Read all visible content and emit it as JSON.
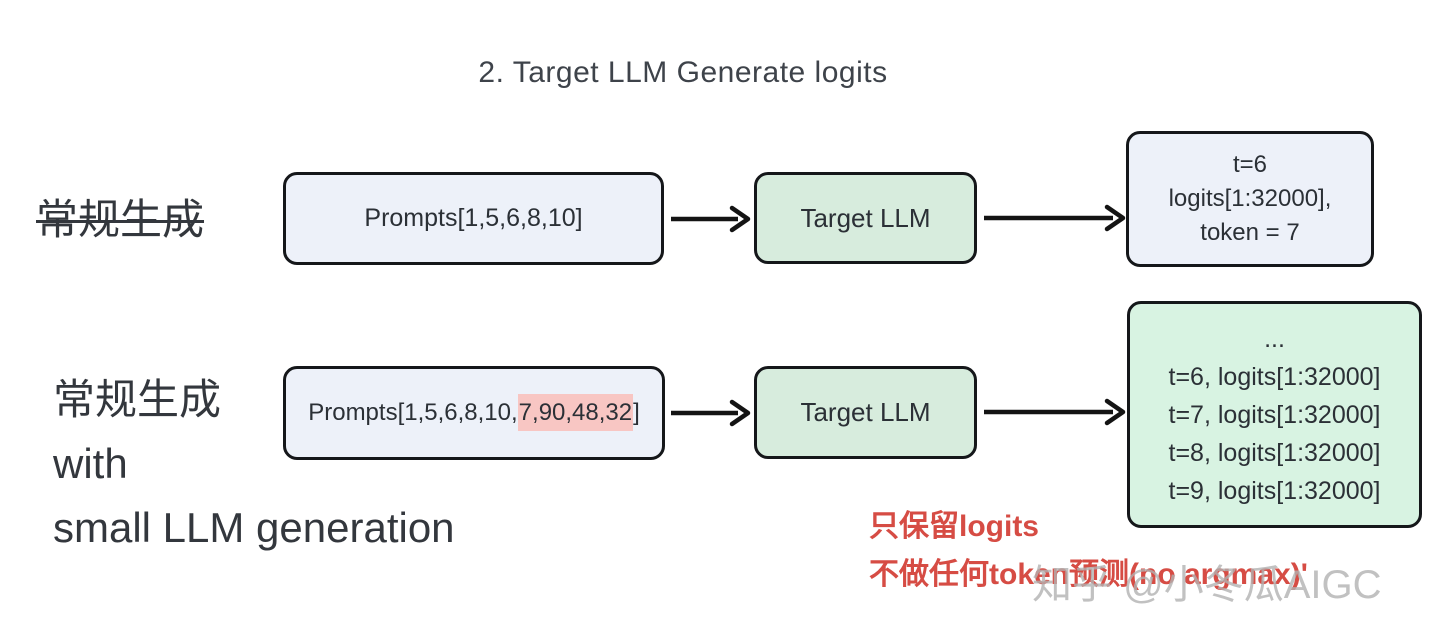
{
  "title": "2. Target LLM Generate logits",
  "rows": {
    "normal": {
      "label": "常规生成",
      "prompt": "Prompts[1,5,6,8,10]",
      "model": "Target LLM",
      "output_lines": [
        "t=6",
        "logits[1:32000],",
        "token = 7"
      ]
    },
    "speculative": {
      "label_lines": [
        "常规生成",
        "with",
        "small LLM generation"
      ],
      "prompt_prefix": "Prompts[1,5,6,8,10,",
      "prompt_highlight": "7,90,48,32",
      "prompt_suffix": "]",
      "model": "Target LLM",
      "output_lines": [
        "...",
        "t=6, logits[1:32000]",
        "t=7, logits[1:32000]",
        "t=8, logits[1:32000]",
        "t=9, logits[1:32000]"
      ]
    }
  },
  "annotation": {
    "line1": "只保留logits",
    "line2": "不做任何token预测(no argmax)'"
  },
  "watermark": "知乎 @小冬瓜AIGC",
  "colors": {
    "prompt_box_bg": "#edf1f9",
    "model_box_bg": "#d7ecdd",
    "output_box_bg": "#d8f3e2",
    "highlight_pink": "#f8c6c3",
    "annotation_red": "#d64c44",
    "watermark_gray": "#b2b2b2",
    "border_dark": "#15171a"
  }
}
